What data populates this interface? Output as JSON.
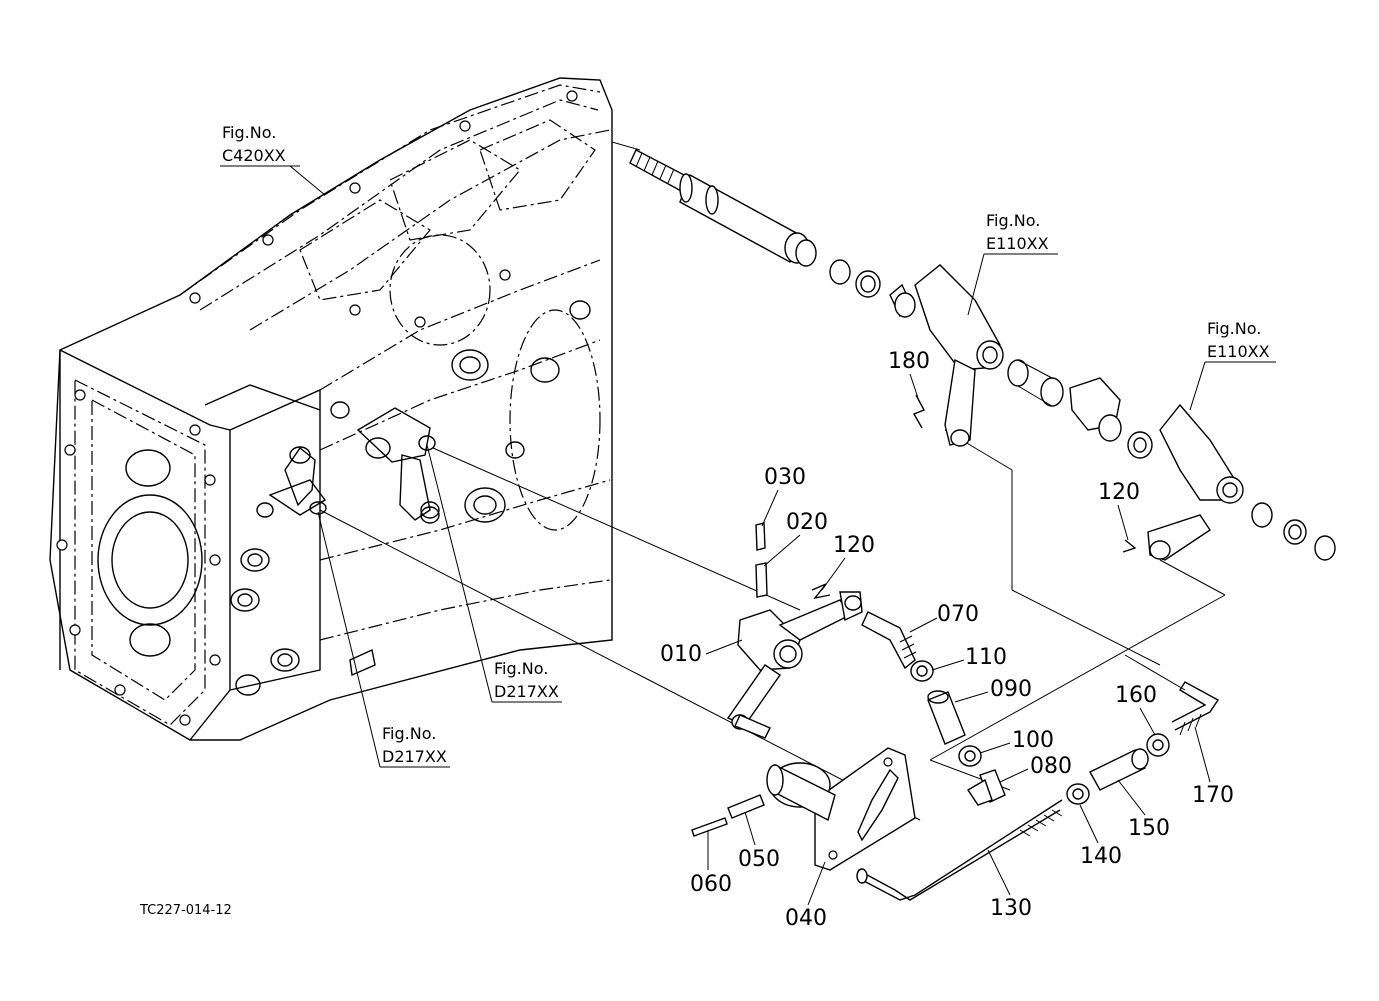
{
  "diagram": {
    "code": "TC227-014-12",
    "figure_refs": [
      {
        "id": "c420",
        "line1": "Fig.No.",
        "line2": "C420XX"
      },
      {
        "id": "e110a",
        "line1": "Fig.No.",
        "line2": "E110XX"
      },
      {
        "id": "e110b",
        "line1": "Fig.No.",
        "line2": "E110XX"
      },
      {
        "id": "d217a",
        "line1": "Fig.No.",
        "line2": "D217XX"
      },
      {
        "id": "d217b",
        "line1": "Fig.No.",
        "line2": "D217XX"
      }
    ],
    "parts": {
      "p010": "010",
      "p020": "020",
      "p030": "030",
      "p040": "040",
      "p050": "050",
      "p060": "060",
      "p070": "070",
      "p080": "080",
      "p090": "090",
      "p100": "100",
      "p110": "110",
      "p120a": "120",
      "p120b": "120",
      "p130": "130",
      "p140": "140",
      "p150": "150",
      "p160": "160",
      "p170": "170",
      "p180": "180"
    }
  }
}
